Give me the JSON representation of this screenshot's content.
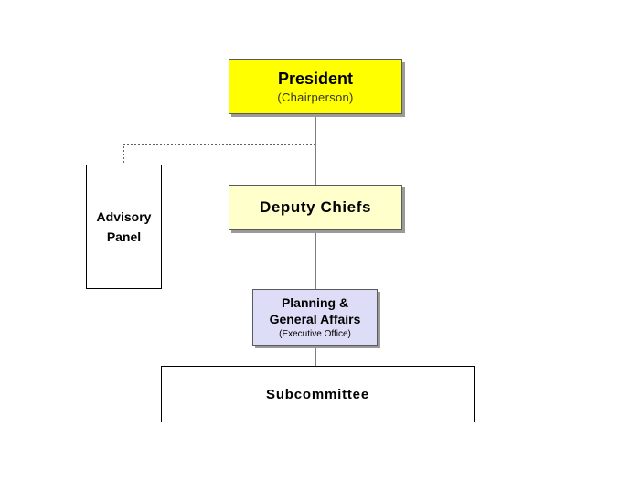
{
  "president": {
    "title": "President",
    "subtitle": "(Chairperson)"
  },
  "deputy": {
    "title": "Deputy Chiefs"
  },
  "advisory": {
    "line1": "Advisory",
    "line2": "Panel"
  },
  "planning": {
    "line1": "Planning &",
    "line2": "General Affairs",
    "note": "(Executive Office)"
  },
  "subcommittee": {
    "title": "Subcommittee"
  }
}
